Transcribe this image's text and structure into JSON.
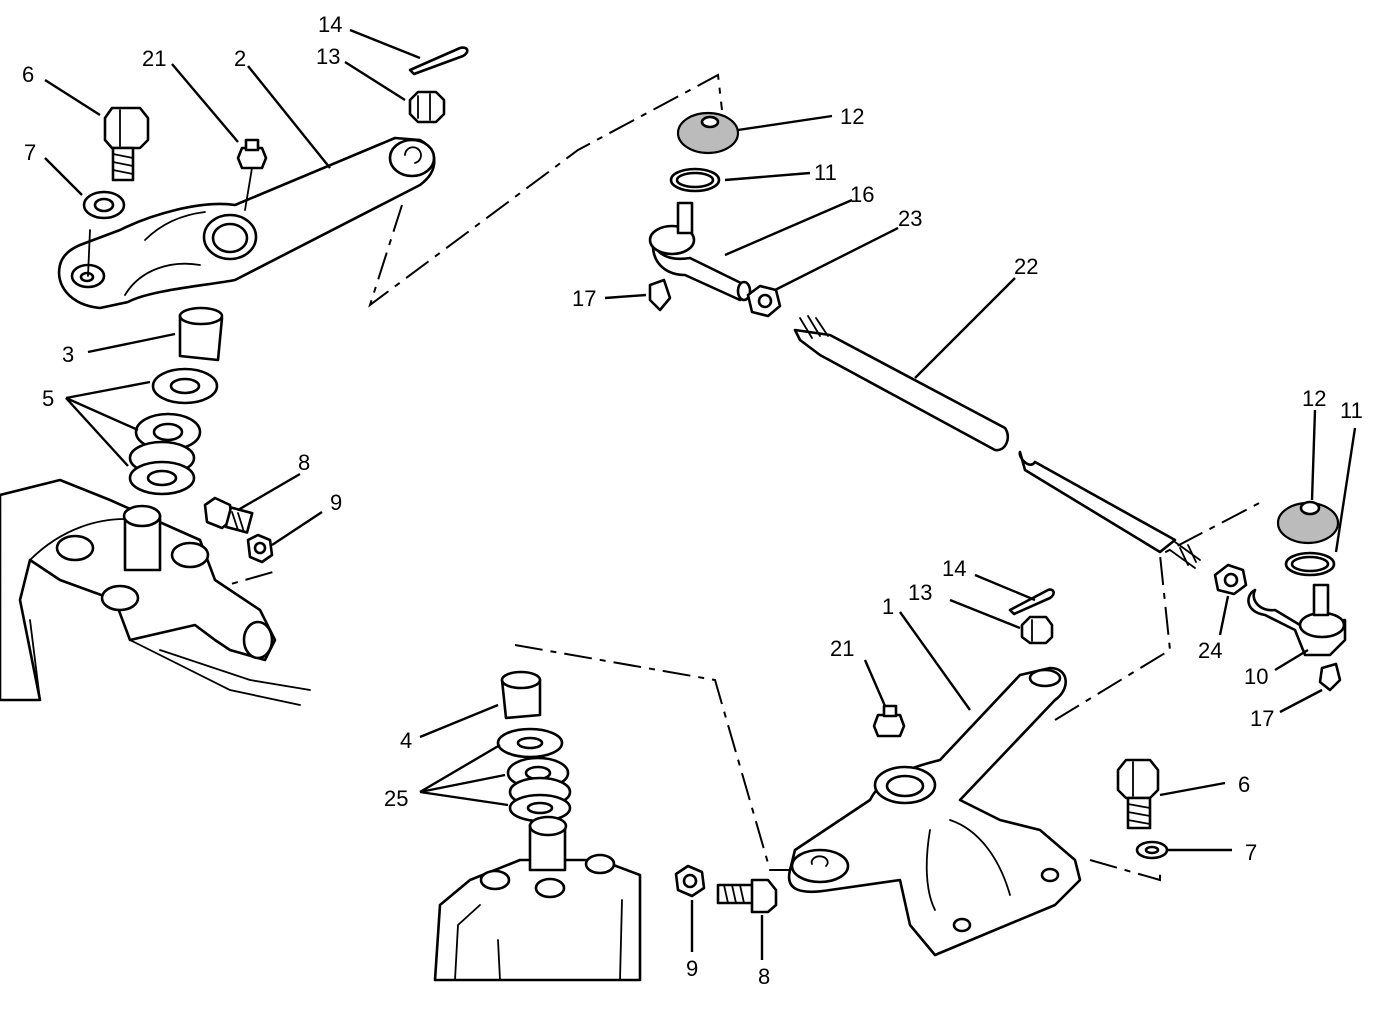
{
  "diagram": {
    "callouts": [
      {
        "id": "c-14-top",
        "label": "14"
      },
      {
        "id": "c-13-top",
        "label": "13"
      },
      {
        "id": "c-6-top",
        "label": "6"
      },
      {
        "id": "c-21-top",
        "label": "21"
      },
      {
        "id": "c-2",
        "label": "2"
      },
      {
        "id": "c-7-top",
        "label": "7"
      },
      {
        "id": "c-3",
        "label": "3"
      },
      {
        "id": "c-5",
        "label": "5"
      },
      {
        "id": "c-8-top",
        "label": "8"
      },
      {
        "id": "c-9-top",
        "label": "9"
      },
      {
        "id": "c-12-top",
        "label": "12"
      },
      {
        "id": "c-11-top",
        "label": "11"
      },
      {
        "id": "c-16",
        "label": "16"
      },
      {
        "id": "c-23",
        "label": "23"
      },
      {
        "id": "c-17-top",
        "label": "17"
      },
      {
        "id": "c-22",
        "label": "22"
      },
      {
        "id": "c-12-right",
        "label": "12"
      },
      {
        "id": "c-11-right",
        "label": "11"
      },
      {
        "id": "c-24",
        "label": "24"
      },
      {
        "id": "c-10",
        "label": "10"
      },
      {
        "id": "c-17-right",
        "label": "17"
      },
      {
        "id": "c-14-mid",
        "label": "14"
      },
      {
        "id": "c-13-mid",
        "label": "13"
      },
      {
        "id": "c-1",
        "label": "1"
      },
      {
        "id": "c-21-mid",
        "label": "21"
      },
      {
        "id": "c-4",
        "label": "4"
      },
      {
        "id": "c-25",
        "label": "25"
      },
      {
        "id": "c-6-right",
        "label": "6"
      },
      {
        "id": "c-7-right",
        "label": "7"
      },
      {
        "id": "c-9-bottom",
        "label": "9"
      },
      {
        "id": "c-8-bottom",
        "label": "8"
      }
    ]
  }
}
